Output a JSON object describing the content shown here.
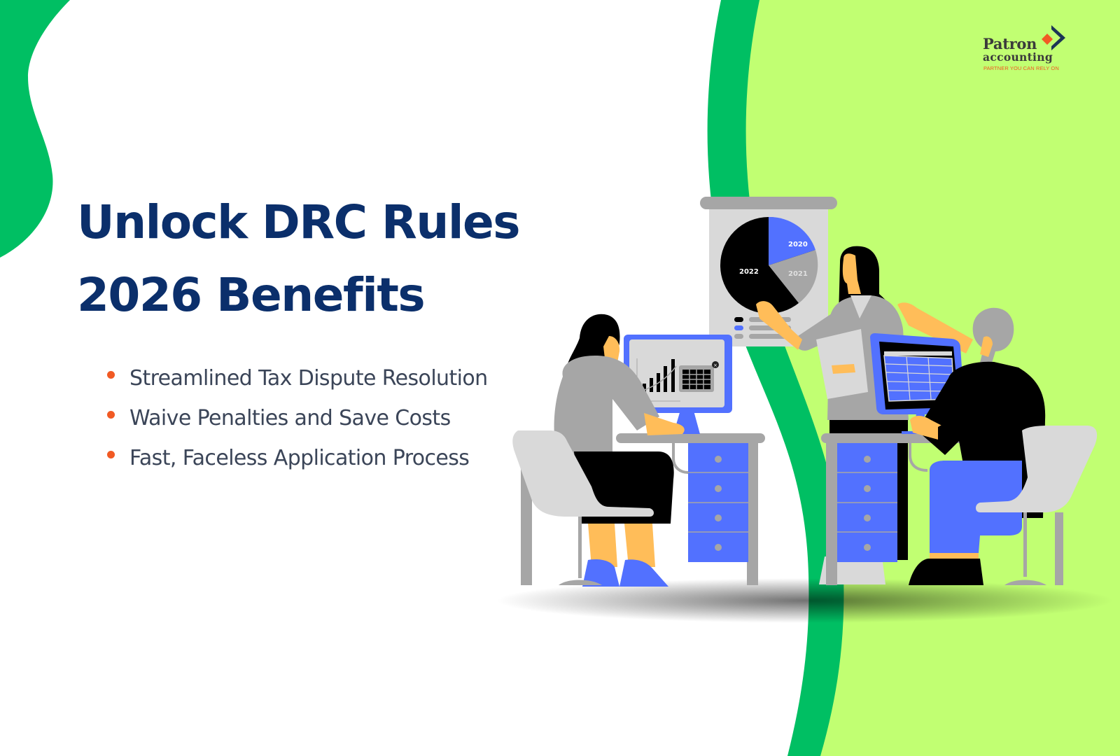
{
  "brand": {
    "name_line1": "Patron",
    "name_line2": "accounting",
    "tagline": "PARTNER YOU CAN RELY ON",
    "colors": {
      "navy": "#0b2f6b",
      "text": "#3b4558",
      "orange": "#f15a24",
      "green": "#00bf63",
      "lime": "#c1ff72",
      "blue": "#5271ff",
      "gray": "#a6a6a6",
      "light_gray": "#d9d9d9",
      "skin": "#ffbd59"
    }
  },
  "hero": {
    "title_line1": "Unlock DRC Rules",
    "title_line2": "2026 Benefits"
  },
  "benefits": [
    {
      "text": "Streamlined Tax Dispute Resolution"
    },
    {
      "text": "Waive Penalties and Save Costs"
    },
    {
      "text": "Fast, Faceless Application Process"
    }
  ],
  "illustration": {
    "pie_labels": [
      "2020",
      "2021",
      "2022"
    ],
    "icons": [
      "pie-chart-board",
      "bar-chart-monitor",
      "calculator",
      "spreadsheet-monitor"
    ]
  }
}
